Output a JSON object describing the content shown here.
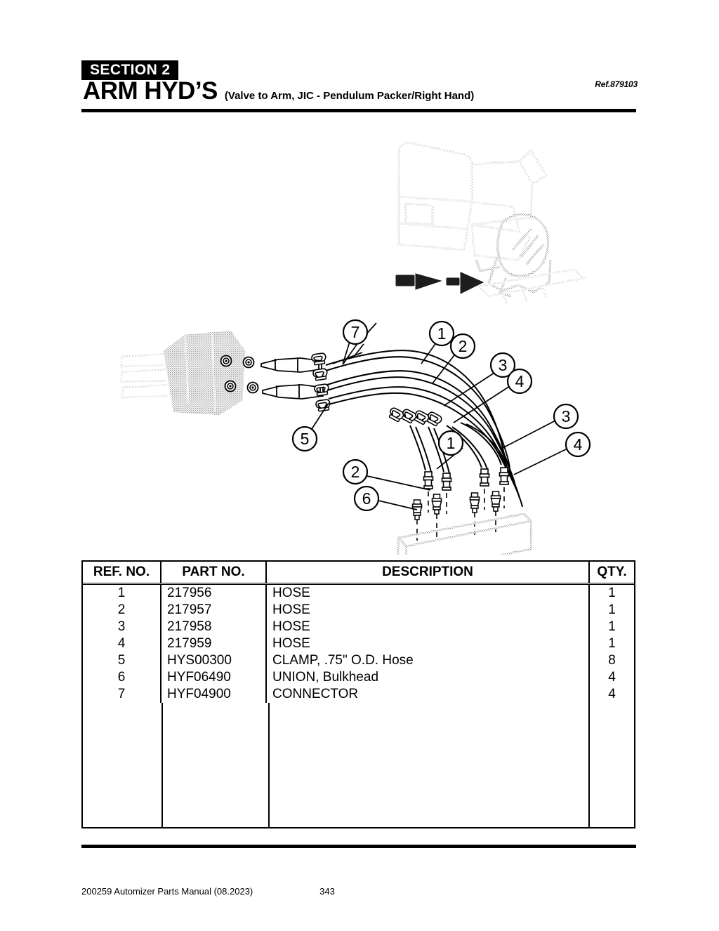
{
  "header": {
    "section_badge": "SECTION  2",
    "title": "ARM HYD’S",
    "subtitle": "(Valve to Arm, JIC - Pendulum Packer/Right Hand)",
    "ref": "Ref.879103"
  },
  "diagram": {
    "callouts": [
      {
        "id": "c1-top",
        "label": "1"
      },
      {
        "id": "c2-top",
        "label": "2"
      },
      {
        "id": "c3-top",
        "label": "3"
      },
      {
        "id": "c4-top",
        "label": "4"
      },
      {
        "id": "c7",
        "label": "7"
      },
      {
        "id": "c5",
        "label": "5"
      },
      {
        "id": "c3-right",
        "label": "3"
      },
      {
        "id": "c4-right",
        "label": "4"
      },
      {
        "id": "c1-low",
        "label": "1"
      },
      {
        "id": "c2-low",
        "label": "2"
      },
      {
        "id": "c6",
        "label": "6"
      }
    ]
  },
  "table": {
    "columns": [
      "REF. NO.",
      "PART NO.",
      "DESCRIPTION",
      "QTY."
    ],
    "rows": [
      {
        "ref": "1",
        "part": "217956",
        "description": "HOSE",
        "qty": "1"
      },
      {
        "ref": "2",
        "part": "217957",
        "description": "HOSE",
        "qty": "1"
      },
      {
        "ref": "3",
        "part": "217958",
        "description": "HOSE",
        "qty": "1"
      },
      {
        "ref": "4",
        "part": "217959",
        "description": "HOSE",
        "qty": "1"
      },
      {
        "ref": "5",
        "part": "HYS00300",
        "description": "CLAMP, .75\" O.D. Hose",
        "qty": "8"
      },
      {
        "ref": "6",
        "part": "HYF06490",
        "description": "UNION, Bulkhead",
        "qty": "4"
      },
      {
        "ref": "7",
        "part": "HYF04900",
        "description": "CONNECTOR",
        "qty": "4"
      }
    ]
  },
  "footer": {
    "document": "200259 Automizer Parts Manual (08.2023)",
    "page": "343"
  }
}
